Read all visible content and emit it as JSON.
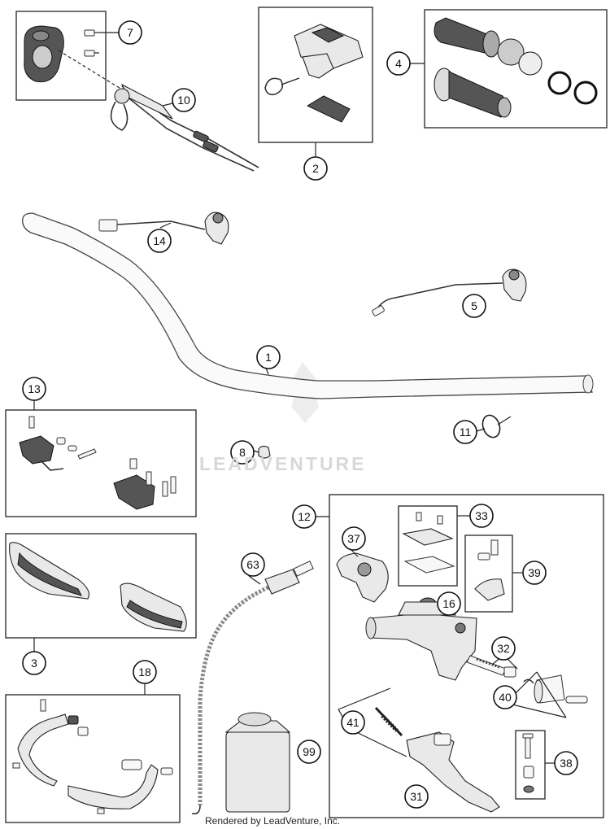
{
  "diagram": {
    "watermark": "LEADVENTURE",
    "credit": "Rendered by LeadVenture, Inc.",
    "callouts": [
      "1",
      "2",
      "3",
      "4",
      "5",
      "7",
      "8",
      "10",
      "11",
      "12",
      "13",
      "14",
      "16",
      "18",
      "31",
      "32",
      "33",
      "37",
      "38",
      "39",
      "40",
      "41",
      "63",
      "99"
    ]
  }
}
